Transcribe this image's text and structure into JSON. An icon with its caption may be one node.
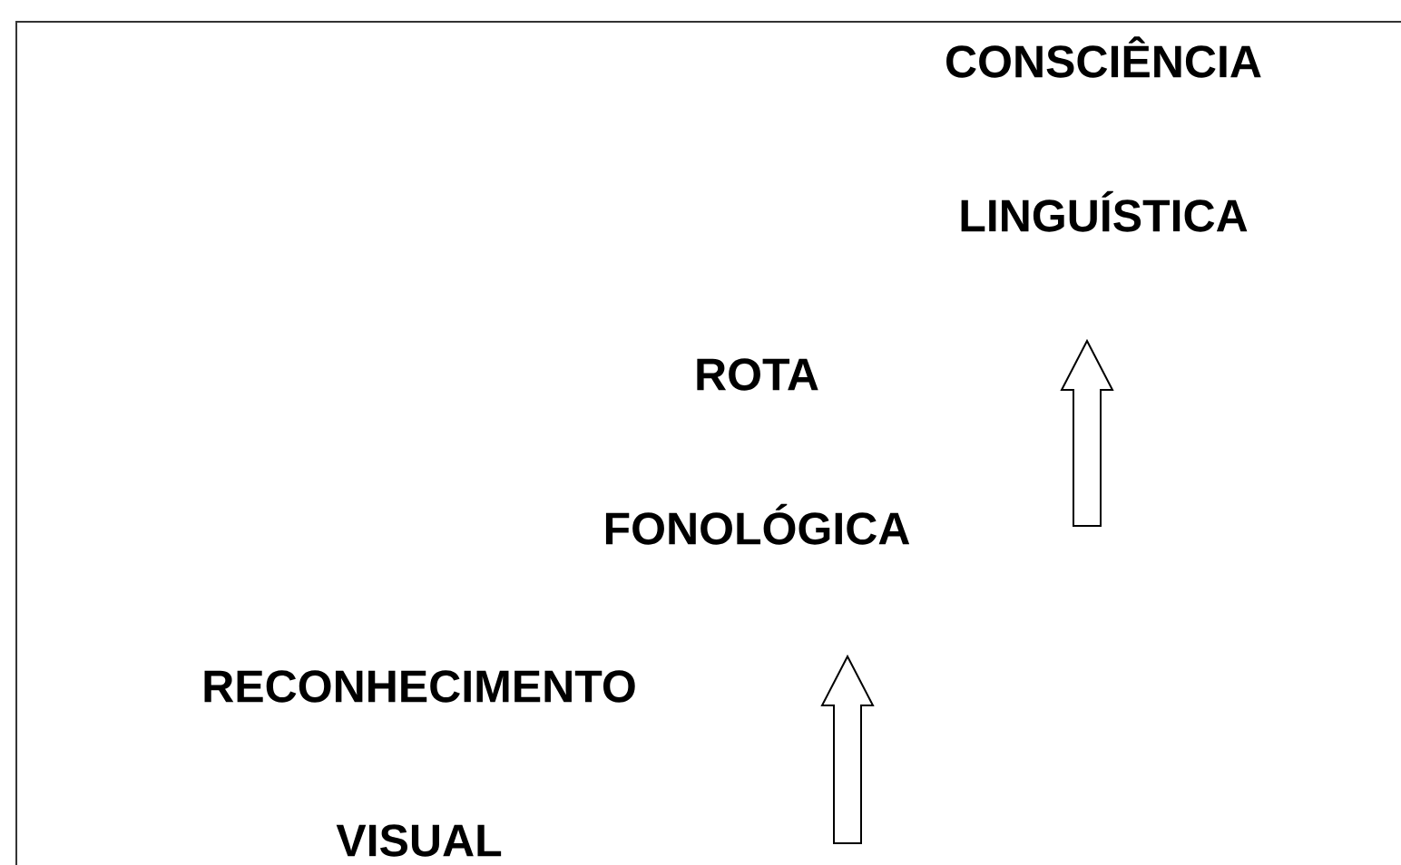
{
  "diagram": {
    "nodes": [
      {
        "text": [
          "RECONHECIMENTO VISUAL"
        ]
      },
      {
        "text": [
          "ROTA FONOLÓGICA"
        ]
      },
      {
        "text": [
          "CONSCIÊNCIA LINGUÍSTICA"
        ]
      }
    ]
  }
}
